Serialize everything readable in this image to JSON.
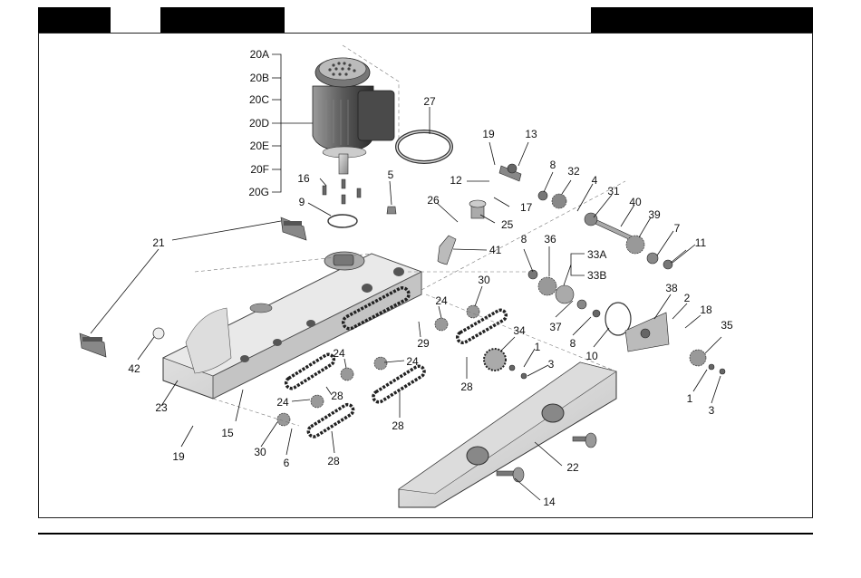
{
  "callouts": {
    "c20A": "20A",
    "c20B": "20B",
    "c20C": "20C",
    "c20D": "20D",
    "c20E": "20E",
    "c20F": "20F",
    "c20G": "20G",
    "c27": "27",
    "c19a": "19",
    "c13": "13",
    "c8a": "8",
    "c32": "32",
    "c12": "12",
    "c17": "17",
    "c4": "4",
    "c31": "31",
    "c40": "40",
    "c39": "39",
    "c26": "26",
    "c25": "25",
    "c16": "16",
    "c5": "5",
    "c9": "9",
    "c21": "21",
    "c41": "41",
    "c8b": "8",
    "c36": "36",
    "c33A": "33A",
    "c33B": "33B",
    "c7": "7",
    "c11": "11",
    "c30a": "30",
    "c38": "38",
    "c2": "2",
    "c18": "18",
    "c24a": "24",
    "c34": "34",
    "c37": "37",
    "c8c": "8",
    "c10": "10",
    "c35": "35",
    "c42": "42",
    "c29": "29",
    "c24b": "24",
    "c24c": "24",
    "c1a": "1",
    "c3a": "3",
    "c28a": "28",
    "c28b": "28",
    "c28c": "28",
    "c28d": "28",
    "c23": "23",
    "c24d": "24",
    "c15": "15",
    "c19b": "19",
    "c30b": "30",
    "c6": "6",
    "c22": "22",
    "c14": "14",
    "c1b": "1",
    "c3b": "3"
  }
}
